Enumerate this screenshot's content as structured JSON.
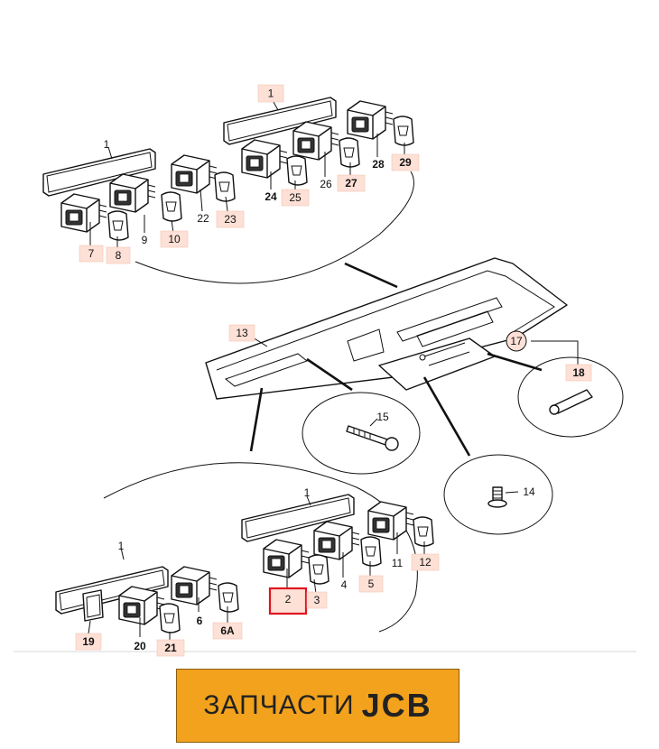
{
  "diagram": {
    "callouts": {
      "c1a": "1",
      "c1b": "1",
      "c1c": "1",
      "c1d": "1",
      "c2": "2",
      "c3": "3",
      "c4": "4",
      "c5": "5",
      "c6": "6",
      "c6a": "6A",
      "c7": "7",
      "c8": "8",
      "c9": "9",
      "c10": "10",
      "c11": "11",
      "c12": "12",
      "c13": "13",
      "c14": "14",
      "c15": "15",
      "c17": "17",
      "c18": "18",
      "c19": "19",
      "c20": "20",
      "c21": "21",
      "c22": "22",
      "c23": "23",
      "c24": "24",
      "c25": "25",
      "c26": "26",
      "c27": "27",
      "c28": "28",
      "c29": "29"
    },
    "highlighted_part": "2",
    "highlight_color": "#e0141e"
  },
  "logo": {
    "word": "ЗАПЧАСТИ",
    "brand": "JCB",
    "background": "#f2a21c"
  }
}
